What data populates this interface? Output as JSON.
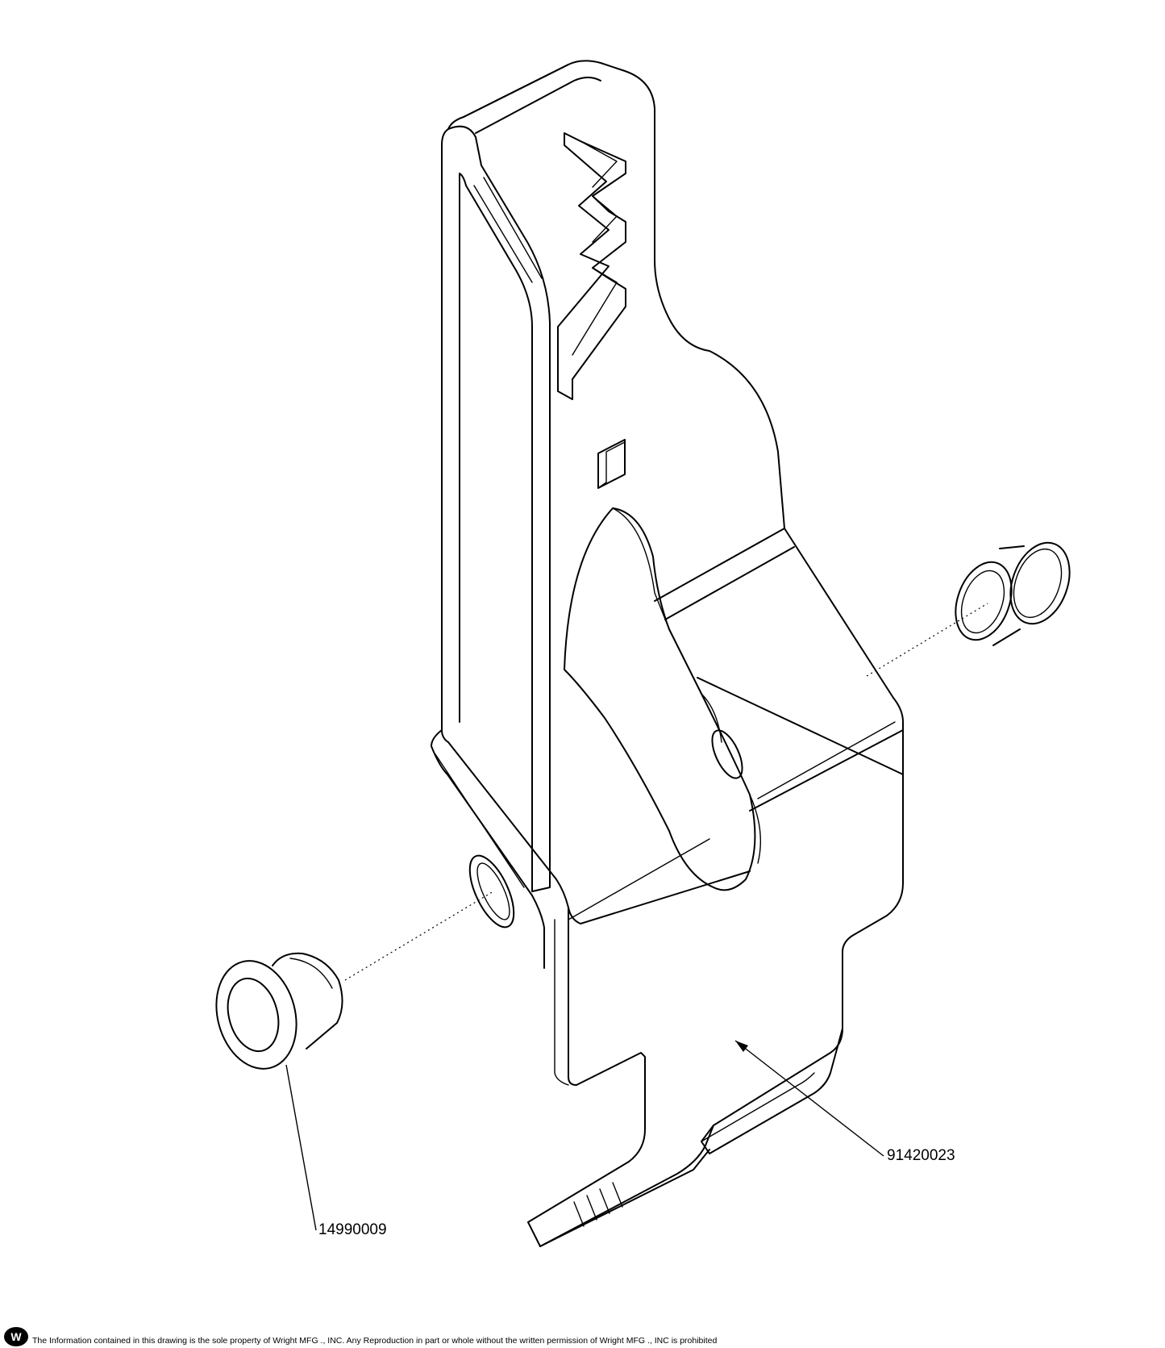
{
  "callouts": {
    "bracket_part_number": "91420023",
    "bushing_part_number": "14990009"
  },
  "footer": {
    "logo_letter": "W",
    "notice": "The Information contained in this drawing is the sole property of Wright MFG ., INC. Any Reproduction in part or whole without the written permission of Wright MFG ., INC is prohibited"
  },
  "icons": {
    "logo": "wright-logo-icon"
  },
  "colors": {
    "line": "#000000",
    "background": "#ffffff"
  }
}
